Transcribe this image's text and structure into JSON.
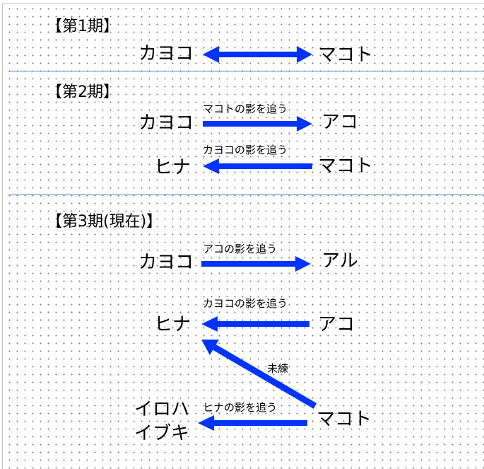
{
  "colors": {
    "arrow": "#0033ff",
    "separator": "#4f7fbf"
  },
  "period1": {
    "title": "【第1期】",
    "left": "カヨコ",
    "right": "マコト"
  },
  "period2": {
    "title": "【第2期】",
    "row1": {
      "left": "カヨコ",
      "label": "マコトの影を追う",
      "right": "アコ"
    },
    "row2": {
      "left": "ヒナ",
      "label": "カヨコの影を追う",
      "right": "マコト"
    }
  },
  "period3": {
    "title": "【第3期(現在)】",
    "row1": {
      "left": "カヨコ",
      "label": "アコの影を追う",
      "right": "アル"
    },
    "row2": {
      "left": "ヒナ",
      "label": "カヨコの影を追う",
      "right": "アコ"
    },
    "diag_label": "未練",
    "row3": {
      "left_line1": "イロハ",
      "left_line2": "イブキ",
      "label": "ヒナの影を追う",
      "right": "マコト"
    }
  }
}
